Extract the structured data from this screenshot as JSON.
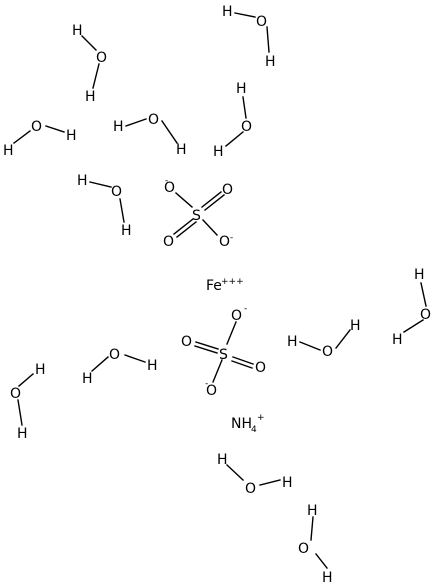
{
  "molecule": {
    "waters": [
      {
        "h1": "H",
        "o": "O",
        "h2": "H"
      },
      {
        "h1": "H",
        "o": "O",
        "h2": "H"
      },
      {
        "h1": "H",
        "o": "O",
        "h2": "H"
      },
      {
        "h1": "H",
        "o": "O",
        "h2": "H"
      },
      {
        "h1": "H",
        "o": "O",
        "h2": "H"
      },
      {
        "h1": "H",
        "o": "O",
        "h2": "H"
      },
      {
        "h1": "H",
        "o": "O",
        "h2": "H"
      },
      {
        "h1": "H",
        "o": "O",
        "h2": "H"
      },
      {
        "h1": "H",
        "o": "O",
        "h2": "H"
      },
      {
        "h1": "H",
        "o": "O",
        "h2": "H"
      },
      {
        "h1": "H",
        "o": "O",
        "h2": "H"
      },
      {
        "h1": "H",
        "o": "O",
        "h2": "H"
      }
    ],
    "sulfates": [
      {
        "s": "S",
        "o1": "O",
        "o2": "O",
        "o3": "O",
        "o4": "O",
        "minus1": "-",
        "minus2": "-"
      },
      {
        "s": "S",
        "o1": "O",
        "o2": "O",
        "o3": "O",
        "o4": "O",
        "minus1": "-",
        "minus2": "-"
      }
    ],
    "iron": {
      "symbol": "Fe",
      "charge": "+++"
    },
    "ammonium": {
      "symbol": "NH",
      "subscript": "4",
      "charge": "+"
    }
  }
}
